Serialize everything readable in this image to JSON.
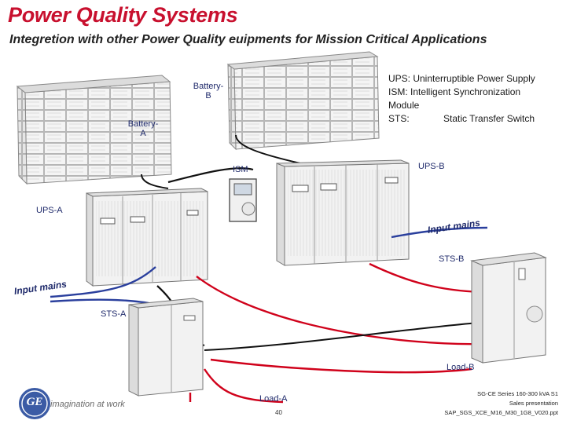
{
  "header": {
    "title": "Power Quality Systems",
    "subtitle": "Integretion with other Power Quality euipments for Mission Critical Applications"
  },
  "legend": {
    "lines": [
      "UPS: Uninterruptible Power Supply",
      "ISM:  Intelligent Synchronization",
      "Module",
      "STS:             Static Transfer Switch"
    ]
  },
  "labels": {
    "battery_b": "Battery-\nB",
    "battery_a": "Battery-\nA",
    "ism": "ISM",
    "ups_a": "UPS-A",
    "ups_b": "UPS-B",
    "sts_a": "STS-A",
    "sts_b": "STS-B",
    "input_mains_left": "Input mains",
    "input_mains_right": "Input mains",
    "load_a": "Load-A",
    "load_b": "Load-B"
  },
  "footer": {
    "logo_text": "GE",
    "tagline": "imagination at work",
    "page_number": "40",
    "info_lines": [
      "SG-CE Series 160-300 kVA S1",
      "Sales presentation",
      "SAP_SGS_XCE_M16_M30_1G8_V020.ppt"
    ]
  },
  "colors": {
    "title": "#c8102e",
    "cable_red": "#d0021b",
    "cable_blue": "#2a3f9d",
    "cable_dark": "#111111",
    "label_blue": "#1f2a6b"
  }
}
